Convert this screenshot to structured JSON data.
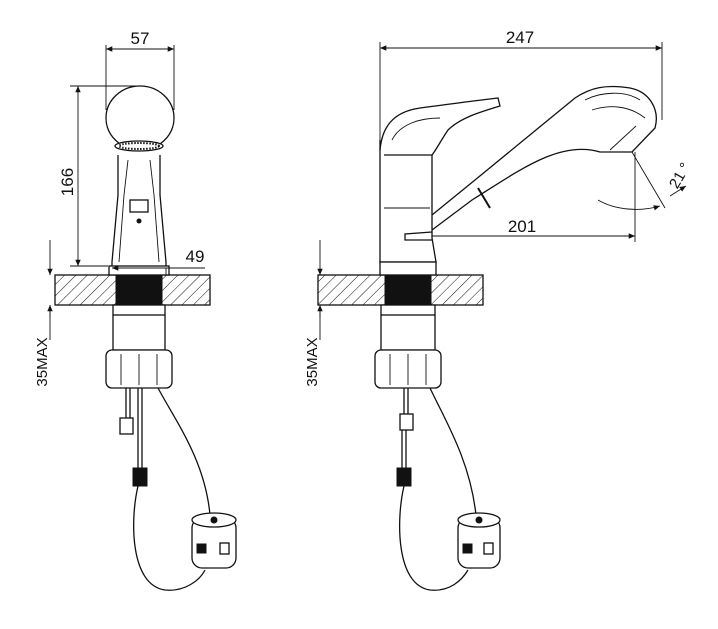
{
  "drawing": {
    "colors": {
      "line": "#111111",
      "background": "#ffffff"
    },
    "front_view": {
      "width_dimension": "57",
      "height_dimension": "166",
      "base_dimension": "49",
      "mount_dimension": "35MAX"
    },
    "side_view": {
      "overall_length_dimension": "247",
      "spout_reach_dimension": "201",
      "angle_dimension": "21 °",
      "mount_dimension": "35MAX"
    }
  }
}
